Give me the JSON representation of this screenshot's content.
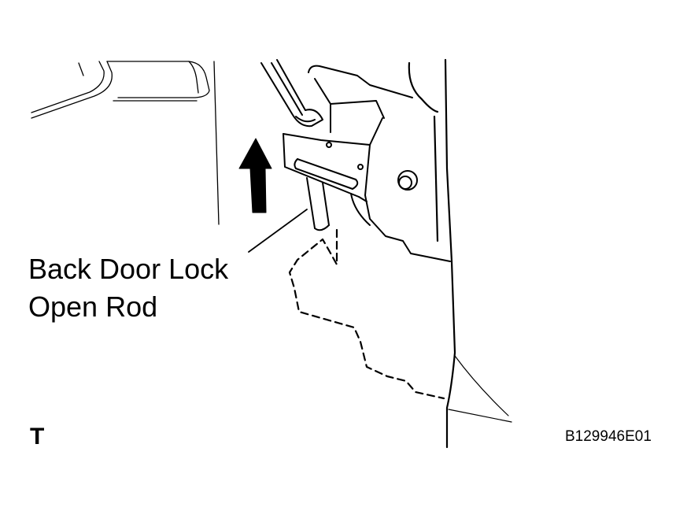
{
  "figure": {
    "callout": {
      "line1": "Back Door Lock",
      "line2": "Open Rod"
    },
    "view_letter": "T",
    "figure_code": "B129946E01"
  },
  "colors": {
    "line": "#000000",
    "background": "#ffffff"
  },
  "icons": {
    "direction": "arrow-up-icon"
  }
}
